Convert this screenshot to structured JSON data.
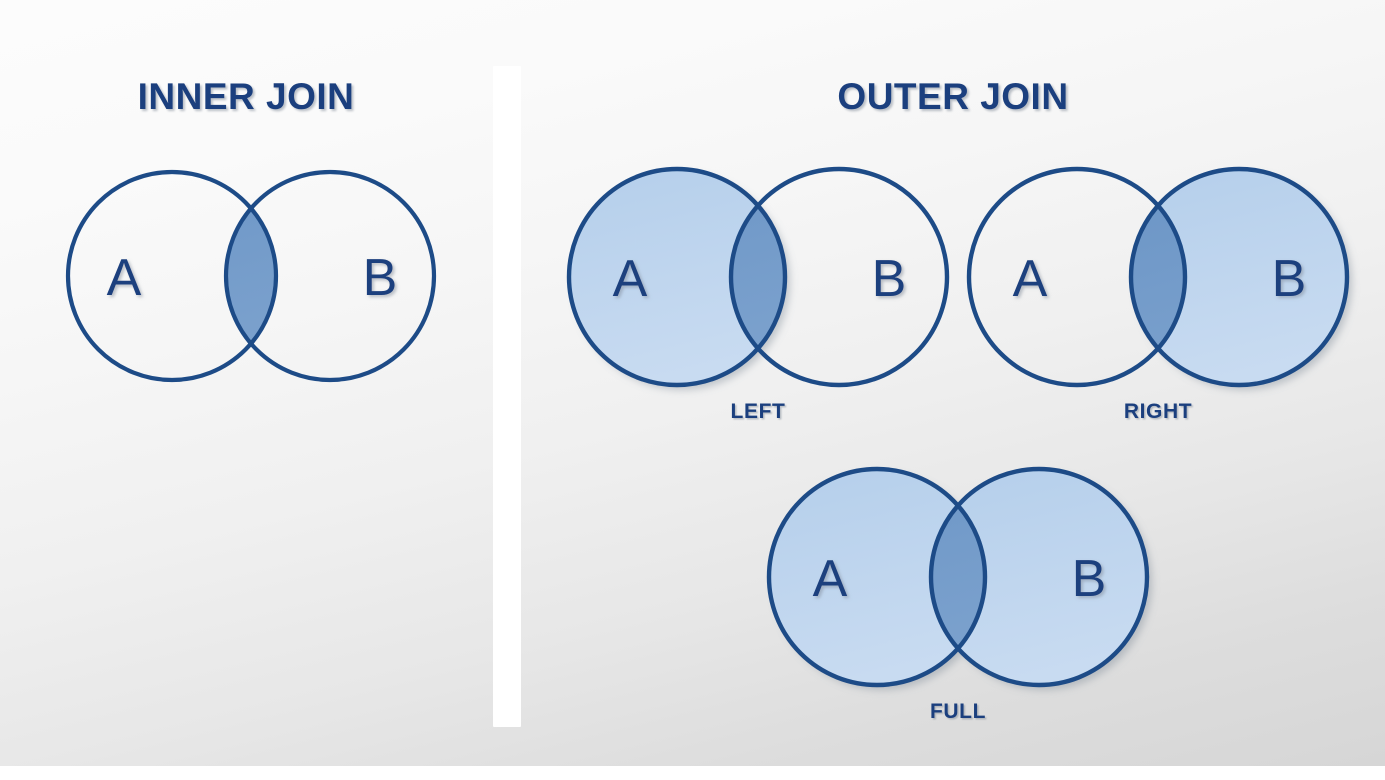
{
  "slide": {
    "background_top_color": "#fcfcfc",
    "background_bottom_color": "#d6d6d6",
    "accent_color": "#1b3f7e",
    "fill_light_color": "#bcd2ec",
    "fill_overlap_color": "#7099c9"
  },
  "sections": {
    "inner": {
      "title": "INNER JOIN"
    },
    "outer": {
      "title": "OUTER JOIN"
    }
  },
  "diagrams": [
    {
      "id": "inner",
      "caption": "",
      "left_label": "A",
      "right_label": "B",
      "left_filled": false,
      "right_filled": false,
      "overlap_filled": true
    },
    {
      "id": "left",
      "caption": "LEFT",
      "left_label": "A",
      "right_label": "B",
      "left_filled": true,
      "right_filled": false,
      "overlap_filled": true
    },
    {
      "id": "right",
      "caption": "RIGHT",
      "left_label": "A",
      "right_label": "B",
      "left_filled": false,
      "right_filled": true,
      "overlap_filled": true
    },
    {
      "id": "full",
      "caption": "FULL",
      "left_label": "A",
      "right_label": "B",
      "left_filled": true,
      "right_filled": true,
      "overlap_filled": true
    }
  ]
}
